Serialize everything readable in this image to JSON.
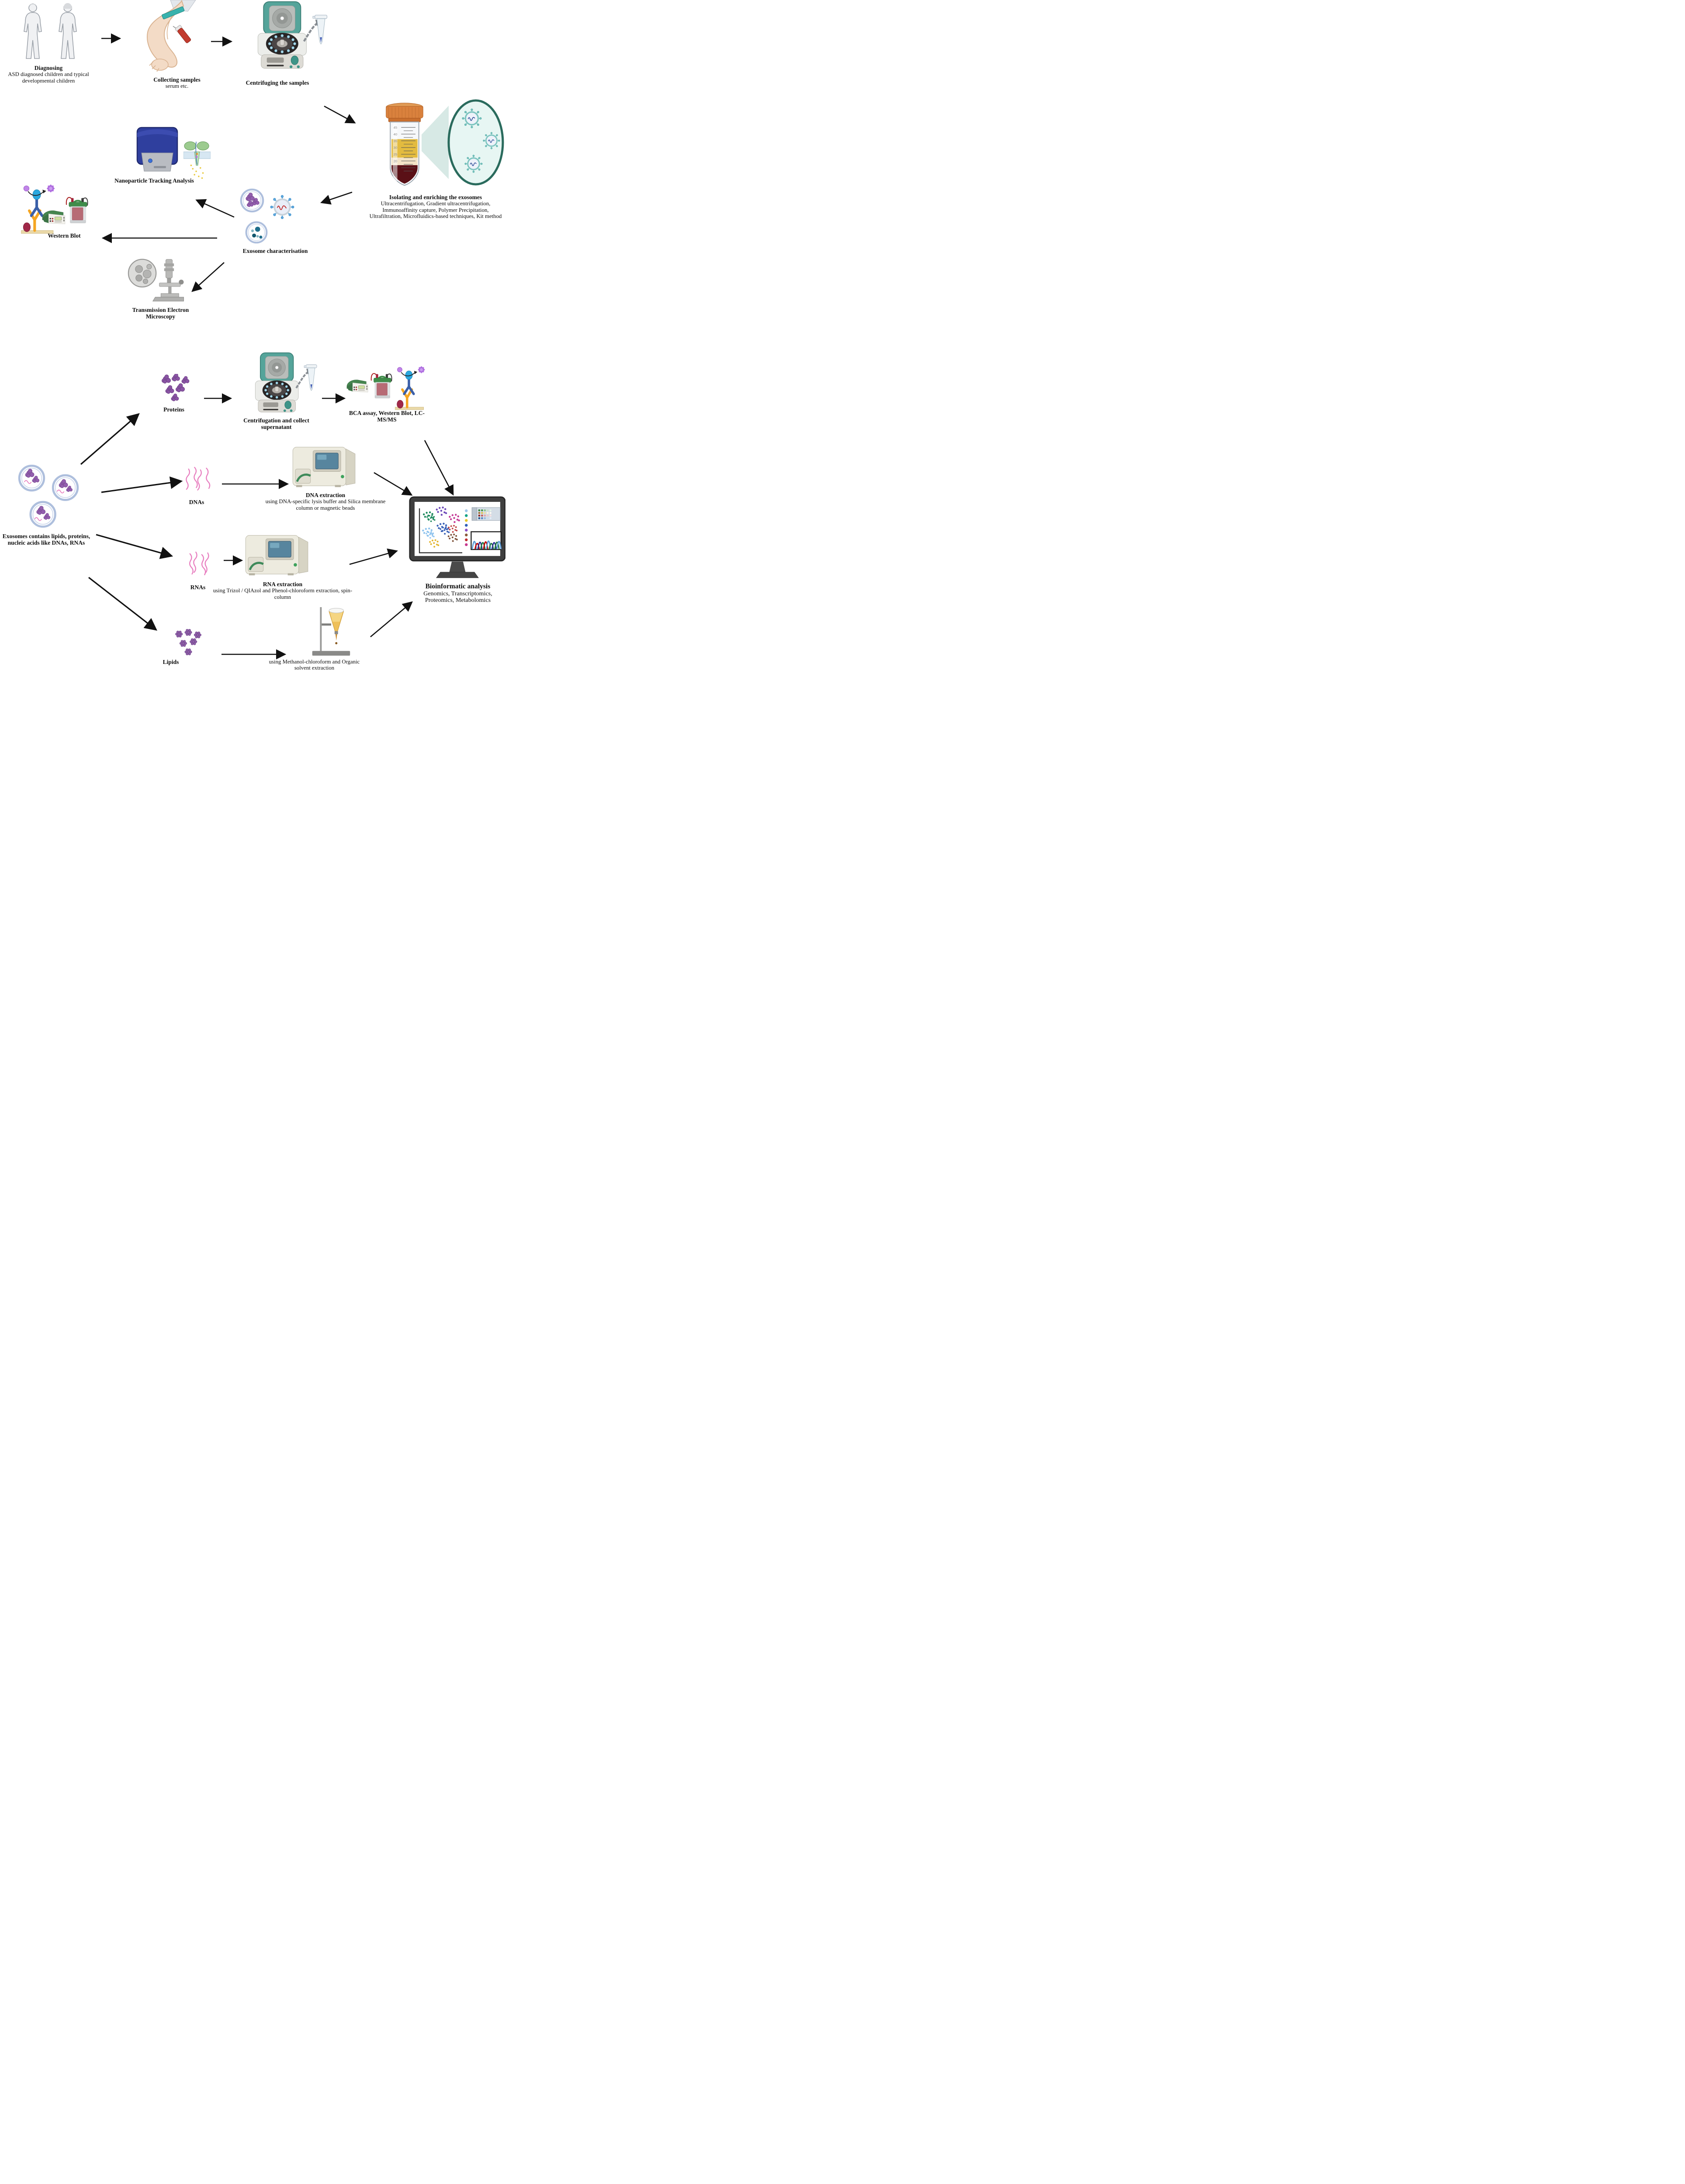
{
  "stages": {
    "diagnosing": {
      "title": "Diagnosing",
      "subtitle": "ASD diagnosed children and typical developmental children"
    },
    "collecting": {
      "title": "Collecting samples",
      "subtitle": "serum etc."
    },
    "centrifuging": {
      "title": "Centrifuging the samples"
    },
    "isolating": {
      "title": "Isolating and enriching the exosomes",
      "subtitle": "Ultracentrifugation, Gradient ultracentrifugation, Immunoaffinity capture, Polymer Precipitation, Ultrafiltration, Microfluidics-based techniques, Kit method"
    },
    "nta": {
      "title": "Nanoparticle Tracking Analysis"
    },
    "western_blot": {
      "title": "Western Blot"
    },
    "characterisation": {
      "title": "Exosome characterisation"
    },
    "tem": {
      "title": "Transmission Electron Microscopy"
    },
    "exosome_contents": {
      "title": "Exosomes contains lipids, proteins, nucleic acids like DNAs, RNAs"
    },
    "proteins": {
      "title": "Proteins"
    },
    "protein_centrifugation": {
      "title": "Centrifugation and collect supernatant"
    },
    "protein_assays": {
      "title": "BCA assay, Western Blot, LC-MS/MS"
    },
    "dnas": {
      "title": "DNAs"
    },
    "dna_extraction": {
      "title": "DNA extraction",
      "subtitle": "using DNA-specific lysis buffer and Silica membrane column or magnetic beads"
    },
    "rnas": {
      "title": "RNAs"
    },
    "rna_extraction": {
      "title": "RNA extraction",
      "subtitle": "using Trizol / QIAzol and Phenol-chloroform extraction, spin-column"
    },
    "lipids": {
      "title": "Lipids"
    },
    "lipid_extraction": {
      "subtitle": "using Methanol-chloroform and Organic solvent extraction"
    },
    "bioinformatics": {
      "title": "Bioinformatic analysis",
      "subtitle": "Genomics, Transcriptomics, Proteomics, Metabolomics"
    }
  },
  "tube_graduations": [
    "45",
    "40",
    "35",
    "30",
    "25",
    "20",
    "15",
    "10"
  ],
  "colors": {
    "centrifuge_teal": "#55a49a",
    "tube_cap_orange": "#d9813d",
    "serum_yellow": "#e3bb3f",
    "blood_dark_red": "#5a1016",
    "exosome_teal": "#5fb3ae",
    "magnifier_border": "#2a6b5d",
    "nta_blue": "#2f3f9e",
    "antibody_orange": "#f5a623",
    "antibody_blue": "#3a5fa8",
    "device_green": "#3f8c4a",
    "protein_purple": "#935fae",
    "nucleic_pink": "#e87fc0",
    "funnel_amber": "#eec05a",
    "monitor_dark": "#3f3f3f",
    "arrow_black": "#111111"
  }
}
